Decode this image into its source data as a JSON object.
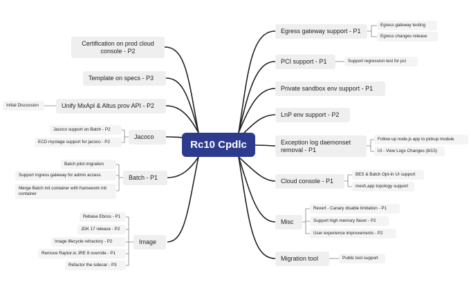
{
  "root": "Rc10 Cpdlc",
  "right": {
    "egress": {
      "label": "Egress gateway support - P1",
      "children": [
        "Egress gateway testing",
        "Egress changes release"
      ]
    },
    "pci": {
      "label": "PCI support - P1",
      "children": [
        "Support regression test for pci"
      ]
    },
    "sandbox": {
      "label": "Private sandbox env support - P1"
    },
    "lnp": {
      "label": "LnP env support - P2"
    },
    "exception": {
      "label": "Exception log daemonset removal - P1",
      "children": [
        "Follow up node.js app to pickup module",
        "UI - View Logs Changes (8/15)"
      ]
    },
    "cloud_console": {
      "label": "Cloud console - P1",
      "children": [
        "BES & Batch Opt-In UI support",
        "mesh,app topology support"
      ]
    },
    "misc": {
      "label": "Misc",
      "children": [
        "Revert - Canary disable limitation - P1",
        "Support high memory flavor - P2",
        "User experience improvements - P2"
      ]
    },
    "migration": {
      "label": "Migration tool",
      "children": [
        "Public tool support"
      ]
    }
  },
  "left": {
    "certification": {
      "label": "Certification on prod cloud console - P2"
    },
    "template": {
      "label": "Template on specs - P3"
    },
    "unify": {
      "label": "Unify MxApl & Altus prov API - P2",
      "children": [
        "Initial Discussion"
      ]
    },
    "jacoco": {
      "label": "Jacoco",
      "children": [
        "Jacoco support on Batch - P2",
        "ECD mystage support for jacoco - P2"
      ]
    },
    "batch": {
      "label": "Batch - P1",
      "children": [
        "Batch pilot migration",
        "Support ingress gateway for admin access",
        "Merge Batch init container with framework init container"
      ]
    },
    "image": {
      "label": "Image",
      "children": [
        "Rebase Eboss - P1",
        "JDK 17 release - P2",
        "Image lifecycle refractory - P2",
        "Remove Raptor.io JRE 8 override - P1",
        "Refactor the sidecar - P3"
      ]
    }
  }
}
